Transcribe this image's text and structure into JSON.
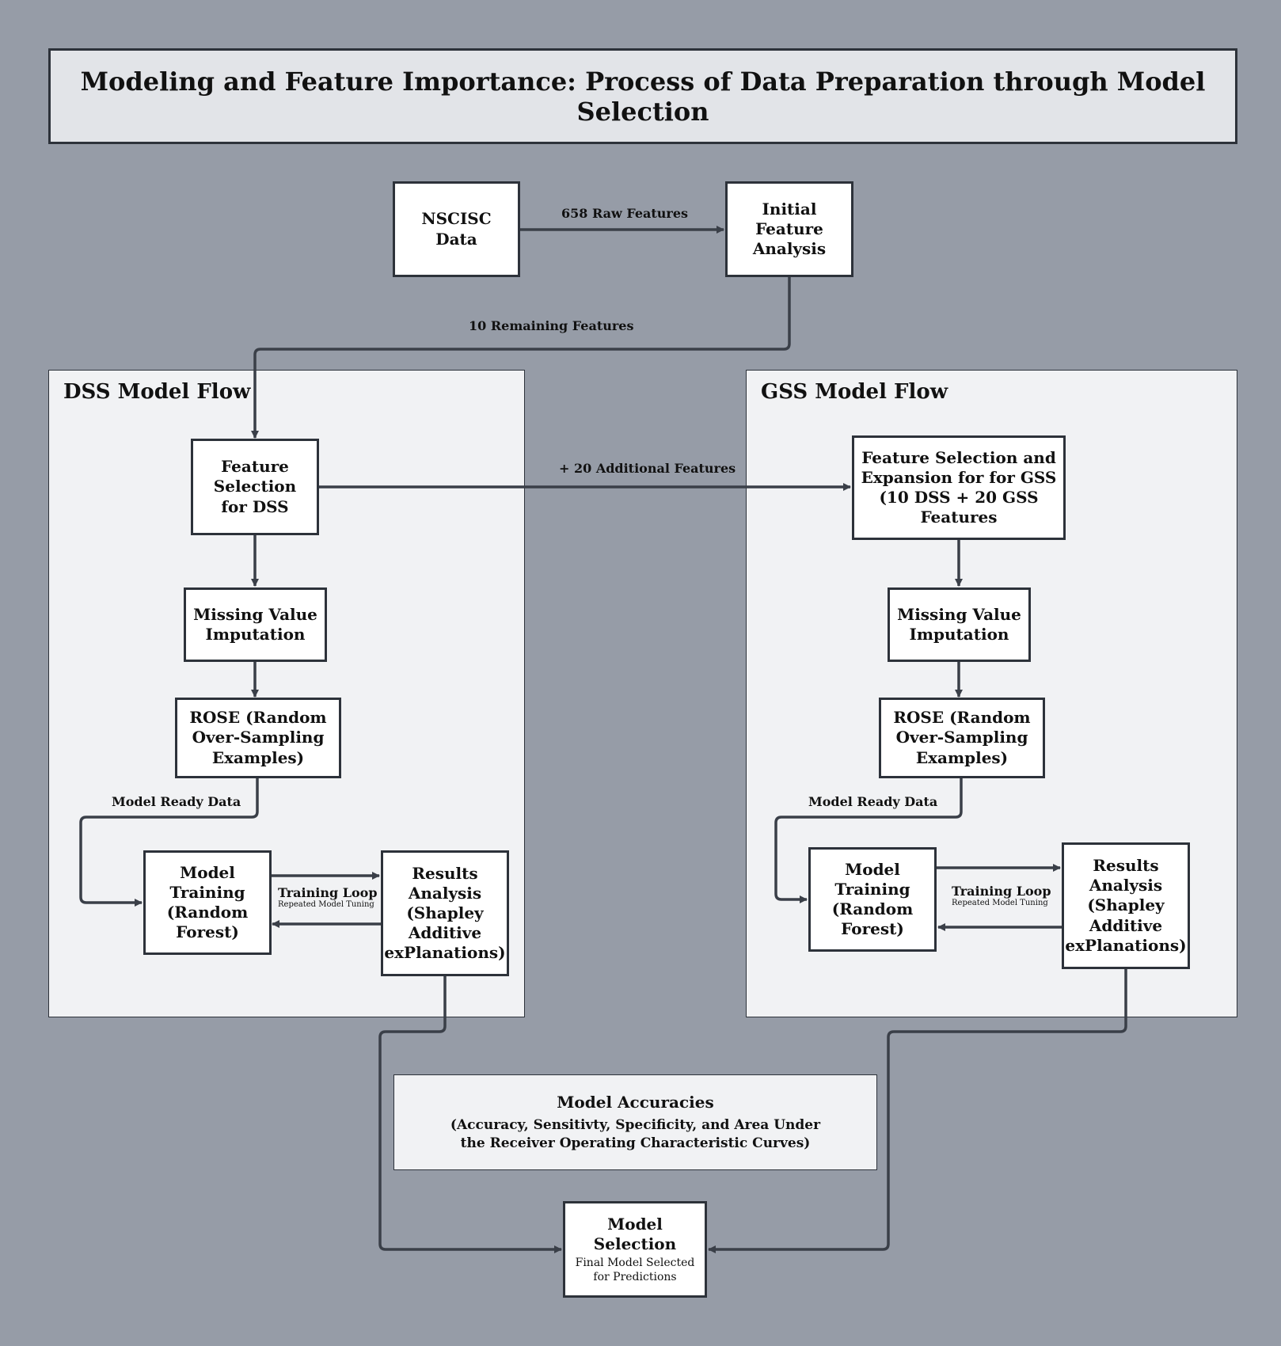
{
  "title": "Modeling and Feature Importance: Process of Data Preparation through Model Selection",
  "nodes": {
    "nscisc": "NSCISC Data",
    "initial": "Initial Feature Analysis",
    "dss_feature": "Feature Selection for DSS",
    "dss_missing": "Missing Value Imputation",
    "dss_rose": "ROSE (Random Over-Sampling Examples)",
    "dss_training": "Model Training (Random Forest)",
    "dss_results": "Results Analysis (Shapley Additive exPlanations)",
    "gss_feature": "Feature Selection and Expansion for for GSS (10 DSS + 20 GSS Features",
    "gss_missing": "Missing Value Imputation",
    "gss_rose": "ROSE (Random Over-Sampling Examples)",
    "gss_training": "Model Training (Random Forest)",
    "gss_results": "Results Analysis (Shapley Additive exPlanations)",
    "model_selection": "Model Selection",
    "model_selection_sub": "Final Model Selected for Predictions"
  },
  "panels": {
    "dss": "DSS Model Flow",
    "gss": "GSS Model Flow"
  },
  "edge_labels": {
    "raw": "658 Raw Features",
    "remaining": "10 Remaining Features",
    "additional": "+ 20 Additional Features",
    "dss_ready": "Model Ready Data",
    "gss_ready": "Model Ready Data",
    "loop_main": "Training Loop",
    "loop_sub": "Repeated Model Tuning"
  },
  "accuracies": {
    "title": "Model Accuracies",
    "subtitle": "(Accuracy, Sensitivty, Specificity, and Area Under the Receiver Operating Characteristic Curves)"
  },
  "colors": {
    "background": "#969ca7",
    "panel": "#f1f2f4",
    "node": "#ffffff",
    "line": "#3a3f48"
  }
}
